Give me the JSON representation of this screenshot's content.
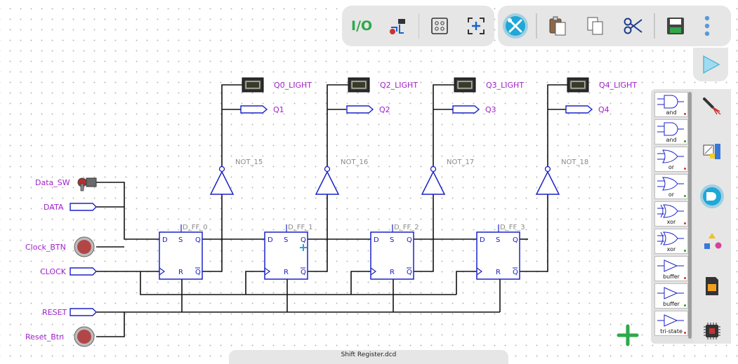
{
  "toolbar_left": [
    {
      "name": "io-button",
      "label": "I/O"
    },
    {
      "name": "wire-mode-button"
    },
    {
      "name": "grid-button"
    },
    {
      "name": "center-button"
    }
  ],
  "toolbar_right": [
    {
      "name": "tools-button",
      "active": true
    },
    {
      "name": "paste-button"
    },
    {
      "name": "copy-button"
    },
    {
      "name": "cut-button"
    },
    {
      "name": "save-button"
    },
    {
      "name": "more-button"
    }
  ],
  "file_tab": "Shift Register.dcd",
  "inputs": {
    "data_sw": "Data_SW",
    "data": "DATA",
    "clock_btn": "Clock_BTN",
    "clock": "CLOCK",
    "reset": "RESET",
    "reset_btn": "Reset_Btn"
  },
  "stages": [
    {
      "ff": "D_FF_0",
      "not": "NOT_15",
      "light": "Q0_LIGHT",
      "output": "Q1"
    },
    {
      "ff": "D_FF_1",
      "not": "NOT_16",
      "light": "Q2_LIGHT",
      "output": "Q2"
    },
    {
      "ff": "D_FF_2",
      "not": "NOT_17",
      "light": "Q3_LIGHT",
      "output": "Q3"
    },
    {
      "ff": "D_FF_3",
      "not": "NOT_18",
      "light": "Q4_LIGHT",
      "output": "Q4"
    }
  ],
  "ff_pins": {
    "d": "D",
    "s": "S",
    "q": "Q",
    "r": "R",
    "qbar": "Q"
  },
  "palette": [
    {
      "label": "and",
      "dot": "#e03030",
      "gate": "and"
    },
    {
      "label": "and",
      "dot": "#28a028",
      "gate": "and"
    },
    {
      "label": "or",
      "dot": "#e03030",
      "gate": "or"
    },
    {
      "label": "or",
      "dot": "#28a028",
      "gate": "or"
    },
    {
      "label": "xor",
      "dot": "#e03030",
      "gate": "xor"
    },
    {
      "label": "xor",
      "dot": "#28a028",
      "gate": "xor"
    },
    {
      "label": "buffer",
      "dot": "#e03030",
      "gate": "buffer"
    },
    {
      "label": "buffer",
      "dot": "#28a028",
      "gate": "buffer"
    },
    {
      "label": "tri-state",
      "dot": "#e03030",
      "gate": "buffer"
    }
  ],
  "side_tools": [
    {
      "name": "wire-tool-button"
    },
    {
      "name": "io-devices-button"
    },
    {
      "name": "logic-gates-button",
      "active": true
    },
    {
      "name": "shapes-button"
    },
    {
      "name": "memory-button"
    },
    {
      "name": "chip-button"
    }
  ],
  "colors": {
    "gate": "#1a22c8",
    "wire": "#111111",
    "label": "#a020c8",
    "active": "#1fa7d8",
    "accent": "#2fa84a"
  }
}
